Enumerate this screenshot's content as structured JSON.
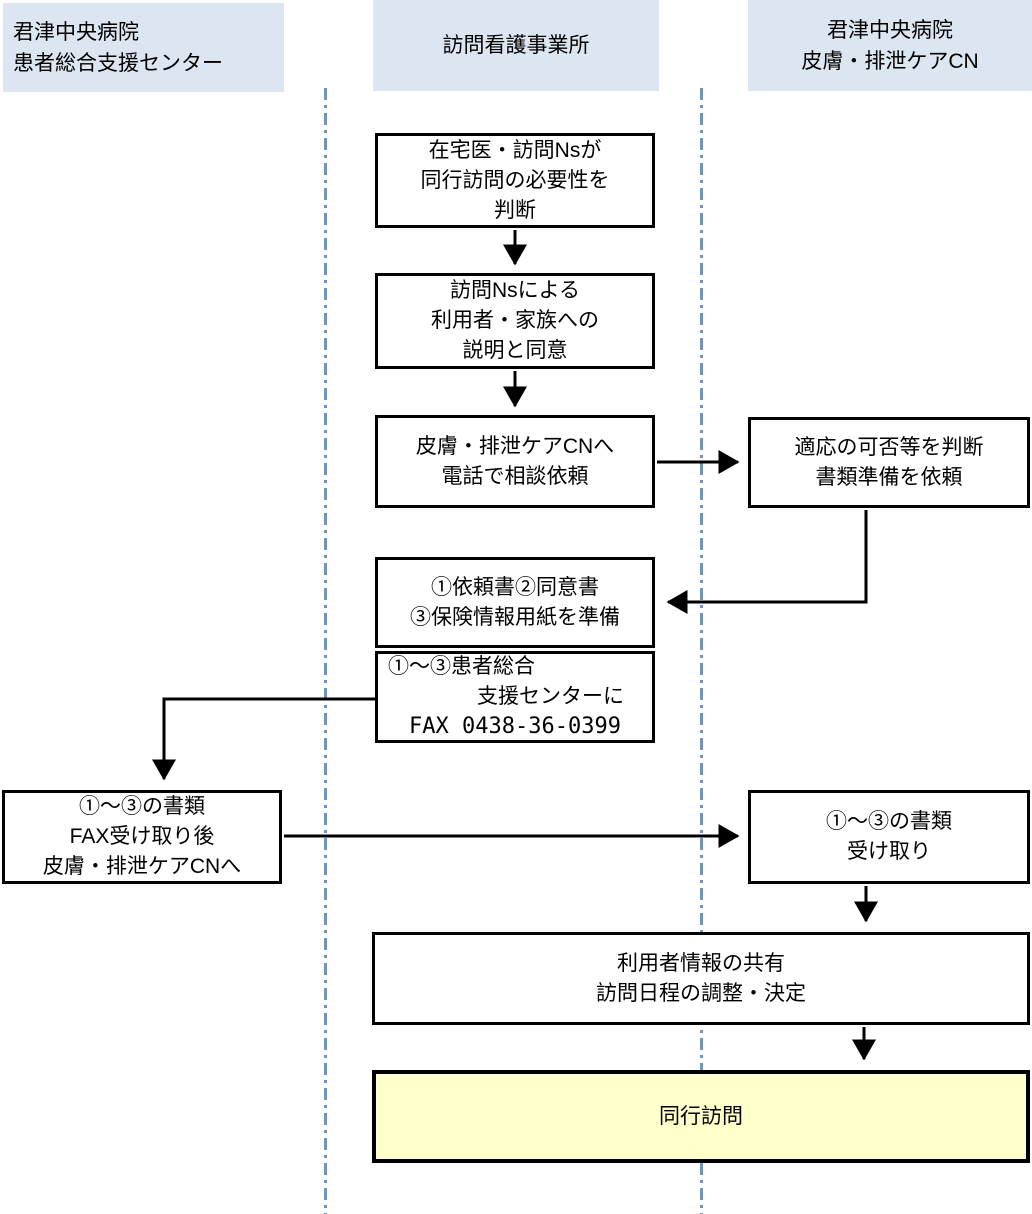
{
  "diagram": {
    "title_hint": "訪問看護 同行訪問 依頼フロー",
    "colors": {
      "lane_header_bg": "#dce6f1",
      "highlight_box_bg": "#ffffcc",
      "divider_color": "#7195b8",
      "box_border": "#000000",
      "connector": "#000000"
    },
    "lanes": [
      {
        "lines": [
          "君津中央病院",
          "患者総合支援センター"
        ]
      },
      {
        "lines": [
          "訪問看護事業所"
        ]
      },
      {
        "lines": [
          "君津中央病院",
          "皮膚・排泄ケアCN"
        ]
      }
    ],
    "boxes": {
      "assess_need": {
        "lines": [
          "在宅医・訪問Nsが",
          "同行訪問の必要性を",
          "判断"
        ]
      },
      "explain_consent": {
        "lines": [
          "訪問Nsによる",
          "利用者・家族への",
          "説明と同意"
        ]
      },
      "phone_consult": {
        "lines": [
          "皮膚・排泄ケアCNへ",
          "電話で相談依頼"
        ]
      },
      "judge_suitability": {
        "lines": [
          "適応の可否等を判断",
          "書類準備を依頼"
        ]
      },
      "prepare_documents": {
        "lines": [
          "①依頼書②同意書",
          "③保険情報用紙を準備"
        ]
      },
      "fax_documents": {
        "lines": [
          "①～③患者総合",
          "支援センターに",
          "FAX 0438-36-0399"
        ]
      },
      "fax_receive_forward": {
        "lines": [
          "①～③の書類",
          "FAX受け取り後",
          "皮膚・排泄ケアCNへ"
        ]
      },
      "receive_documents": {
        "lines": [
          "①～③の書類",
          "受け取り"
        ]
      },
      "share_info_schedule": {
        "lines": [
          "利用者情報の共有",
          "訪問日程の調整・決定"
        ]
      },
      "joint_visit": {
        "lines": [
          "同行訪問"
        ]
      }
    }
  }
}
